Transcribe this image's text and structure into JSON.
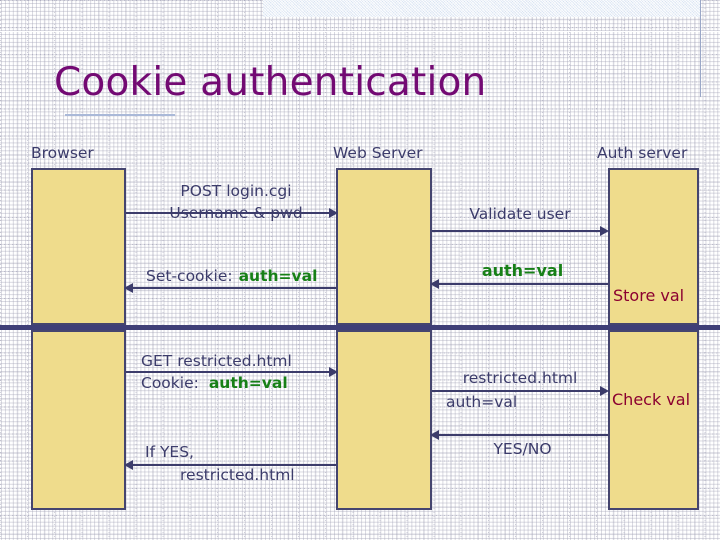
{
  "slide": {
    "title": "Cookie authentication",
    "title_color": "#730A73",
    "background": "#ffffff",
    "accent_divider_color": "#3f3f77",
    "lifeline_fill": "#EFDC8C",
    "lifeline_border": "#45456f",
    "line_color": "#3c3c6b",
    "highlight_color": "#178017",
    "note_color": "#8B0030",
    "band_color": "#d7e2f2"
  },
  "lanes": [
    {
      "id": "browser",
      "label": "Browser"
    },
    {
      "id": "web-server",
      "label": "Web Server"
    },
    {
      "id": "auth-server",
      "label": "Auth server"
    }
  ],
  "messages": [
    {
      "id": "post-login",
      "from": "browser",
      "to": "web-server",
      "direction": "right",
      "line1": "POST login.cgi",
      "line2": "Username & pwd",
      "highlight": ""
    },
    {
      "id": "validate-user",
      "from": "web-server",
      "to": "auth-server",
      "direction": "right",
      "line1": "Validate user",
      "line2": "",
      "highlight": ""
    },
    {
      "id": "set-cookie",
      "from": "web-server",
      "to": "browser",
      "direction": "left",
      "line1": "Set-cookie:",
      "line2": "",
      "highlight": "auth=val"
    },
    {
      "id": "auth-val-return",
      "from": "auth-server",
      "to": "web-server",
      "direction": "left",
      "line1": "",
      "line2": "",
      "highlight": "auth=val"
    },
    {
      "id": "get-restricted",
      "from": "browser",
      "to": "web-server",
      "direction": "right",
      "line1": "GET restricted.html",
      "line2": "Cookie:",
      "highlight": "auth=val"
    },
    {
      "id": "forward-restricted",
      "from": "web-server",
      "to": "auth-server",
      "direction": "right",
      "line1": "restricted.html",
      "line2": "auth=val",
      "highlight": ""
    },
    {
      "id": "yes-no",
      "from": "auth-server",
      "to": "web-server",
      "direction": "left",
      "line1": "YES/NO",
      "line2": "",
      "highlight": ""
    },
    {
      "id": "if-yes-response",
      "from": "web-server",
      "to": "browser",
      "direction": "left",
      "line1": "If YES,",
      "line2": "restricted.html",
      "highlight": ""
    }
  ],
  "notes": [
    {
      "id": "store-val",
      "label": "Store val",
      "lane": "auth-server"
    },
    {
      "id": "check-val",
      "label": "Check val",
      "lane": "auth-server"
    }
  ]
}
